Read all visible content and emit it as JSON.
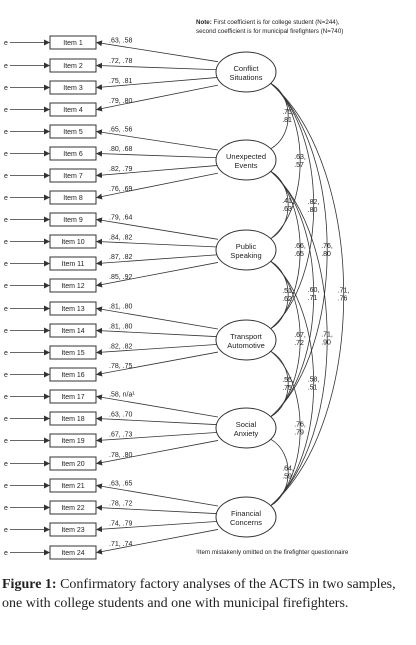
{
  "error_label": "e",
  "note": {
    "prefix": "Note:",
    "line1": "First coefficient is for college student (N=244),",
    "line2": "second coefficient is for municipal firefighters (N=740)"
  },
  "footnote": "¹Item mistakenly omitted on the firefighter questionnaire",
  "factors": [
    {
      "lines": [
        "Conflict",
        "Situations"
      ]
    },
    {
      "lines": [
        "Unexpected",
        "Events"
      ]
    },
    {
      "lines": [
        "Public",
        "Speaking"
      ]
    },
    {
      "lines": [
        "Transport",
        "Automotive"
      ]
    },
    {
      "lines": [
        "Social",
        "Anxiety"
      ]
    },
    {
      "lines": [
        "Financial",
        "Concerns"
      ]
    }
  ],
  "items": [
    {
      "label": "Item 1",
      "factor": 0,
      "loading": ".63, .58"
    },
    {
      "label": "Item 2",
      "factor": 0,
      "loading": ".72, .78"
    },
    {
      "label": "Item 3",
      "factor": 0,
      "loading": ".75, .81"
    },
    {
      "label": "Item 4",
      "factor": 0,
      "loading": ".79, .80"
    },
    {
      "label": "Item 5",
      "factor": 1,
      "loading": ".65, .56"
    },
    {
      "label": "Item 6",
      "factor": 1,
      "loading": ".80, .68"
    },
    {
      "label": "Item 7",
      "factor": 1,
      "loading": ".82, .79"
    },
    {
      "label": "Item 8",
      "factor": 1,
      "loading": ".76, .69"
    },
    {
      "label": "Item 9",
      "factor": 2,
      "loading": ".79, .64"
    },
    {
      "label": "Item 10",
      "factor": 2,
      "loading": ".84, .82"
    },
    {
      "label": "Item 11",
      "factor": 2,
      "loading": ".87, .82"
    },
    {
      "label": "Item 12",
      "factor": 2,
      "loading": ".85, .92"
    },
    {
      "label": "Item 13",
      "factor": 3,
      "loading": ".81, .80"
    },
    {
      "label": "Item 14",
      "factor": 3,
      "loading": ".81, .80"
    },
    {
      "label": "Item 15",
      "factor": 3,
      "loading": ".82, .82"
    },
    {
      "label": "Item 16",
      "factor": 3,
      "loading": ".78, .75"
    },
    {
      "label": "Item 17",
      "factor": 4,
      "loading": ".58, n/a¹"
    },
    {
      "label": "Item 18",
      "factor": 4,
      "loading": ".63, .70"
    },
    {
      "label": "Item 19",
      "factor": 4,
      "loading": ".67, .73"
    },
    {
      "label": "Item 20",
      "factor": 4,
      "loading": ".78, .80"
    },
    {
      "label": "Item 21",
      "factor": 5,
      "loading": ".63, .65"
    },
    {
      "label": "Item 22",
      "factor": 5,
      "loading": ".78, .72"
    },
    {
      "label": "Item 23",
      "factor": 5,
      "loading": ".74, .79"
    },
    {
      "label": "Item 24",
      "factor": 5,
      "loading": ".71, .74"
    }
  ],
  "correlations": [
    {
      "from": 0,
      "to": 1,
      "lines": [
        ".75,",
        ".81"
      ]
    },
    {
      "from": 0,
      "to": 2,
      "lines": [
        ".63,",
        ".57"
      ]
    },
    {
      "from": 0,
      "to": 3,
      "lines": [
        ".82,",
        ".80"
      ]
    },
    {
      "from": 0,
      "to": 4,
      "lines": [
        ".76,",
        ".80"
      ]
    },
    {
      "from": 0,
      "to": 5,
      "lines": [
        ".71,",
        ".76"
      ]
    },
    {
      "from": 1,
      "to": 2,
      "lines": [
        ".41,",
        ".63"
      ]
    },
    {
      "from": 1,
      "to": 3,
      "lines": [
        ".66,",
        ".65"
      ]
    },
    {
      "from": 1,
      "to": 4,
      "lines": [
        ".60,",
        ".71"
      ]
    },
    {
      "from": 1,
      "to": 5,
      "lines": [
        ".71,",
        ".90"
      ]
    },
    {
      "from": 2,
      "to": 3,
      "lines": [
        ".51,",
        ".62"
      ]
    },
    {
      "from": 2,
      "to": 4,
      "lines": [
        ".67,",
        ".72"
      ]
    },
    {
      "from": 2,
      "to": 5,
      "lines": [
        ".58,",
        ".51"
      ]
    },
    {
      "from": 3,
      "to": 4,
      "lines": [
        ".55,",
        ".75"
      ]
    },
    {
      "from": 3,
      "to": 5,
      "lines": [
        ".76,",
        ".79"
      ]
    },
    {
      "from": 4,
      "to": 5,
      "lines": [
        ".64,",
        ".59"
      ]
    }
  ],
  "caption": {
    "label": "Figure 1:",
    "text": " Confirmatory factory analyses of the ACTS in two samples, one with college students and one with municipal firefighters."
  }
}
